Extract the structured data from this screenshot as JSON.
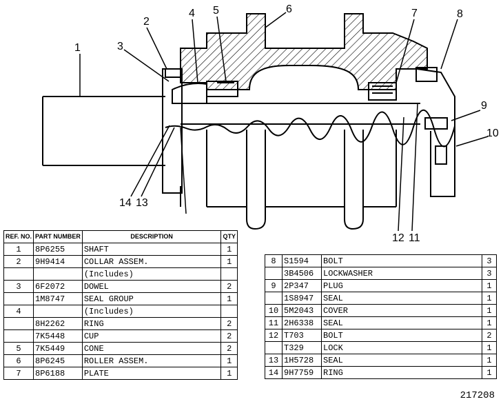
{
  "callouts": [
    "1",
    "2",
    "3",
    "4",
    "5",
    "6",
    "7",
    "8",
    "9",
    "10",
    "11",
    "12",
    "13",
    "14"
  ],
  "left_table": {
    "headers": {
      "ref": "REF. NO.",
      "part": "PART NUMBER",
      "desc": "DESCRIPTION",
      "qty": "QTY"
    },
    "rows": [
      {
        "ref": "1",
        "part": "8P6255",
        "desc": "SHAFT",
        "qty": "1"
      },
      {
        "ref": "2",
        "part": "9H9414",
        "desc": "COLLAR ASSEM.",
        "qty": "1"
      },
      {
        "ref": "",
        "part": "",
        "desc": "(Includes)",
        "qty": ""
      },
      {
        "ref": "3",
        "part": "6F2072",
        "desc": "DOWEL",
        "qty": "2"
      },
      {
        "ref": "",
        "part": "1M8747",
        "desc": "SEAL GROUP",
        "qty": "1"
      },
      {
        "ref": "4",
        "part": "",
        "desc": "(Includes)",
        "qty": ""
      },
      {
        "ref": "",
        "part": "8H2262",
        "desc": "RING",
        "qty": "2"
      },
      {
        "ref": "",
        "part": "7K5448",
        "desc": "CUP",
        "qty": "2"
      },
      {
        "ref": "5",
        "part": "7K5449",
        "desc": "CONE",
        "qty": "2"
      },
      {
        "ref": "6",
        "part": "8P6245",
        "desc": "ROLLER ASSEM.",
        "qty": "1"
      },
      {
        "ref": "7",
        "part": "8P6188",
        "desc": "PLATE",
        "qty": "1"
      }
    ]
  },
  "right_table": {
    "rows": [
      {
        "ref": "8",
        "part": "S1594",
        "desc": "BOLT",
        "qty": "3"
      },
      {
        "ref": "",
        "part": "3B4506",
        "desc": "LOCKWASHER",
        "qty": "3"
      },
      {
        "ref": "9",
        "part": "2P347",
        "desc": "PLUG",
        "qty": "1"
      },
      {
        "ref": "",
        "part": "1S8947",
        "desc": "SEAL",
        "qty": "1"
      },
      {
        "ref": "10",
        "part": "5M2043",
        "desc": "COVER",
        "qty": "1"
      },
      {
        "ref": "11",
        "part": "2H6338",
        "desc": "SEAL",
        "qty": "1"
      },
      {
        "ref": "12",
        "part": "T703",
        "desc": "BOLT",
        "qty": "2"
      },
      {
        "ref": "",
        "part": "T329",
        "desc": "LOCK",
        "qty": "1"
      },
      {
        "ref": "13",
        "part": "1H5728",
        "desc": "SEAL",
        "qty": "1"
      },
      {
        "ref": "14",
        "part": "9H7759",
        "desc": "RING",
        "qty": "1"
      }
    ]
  },
  "drawing_number": "217208"
}
